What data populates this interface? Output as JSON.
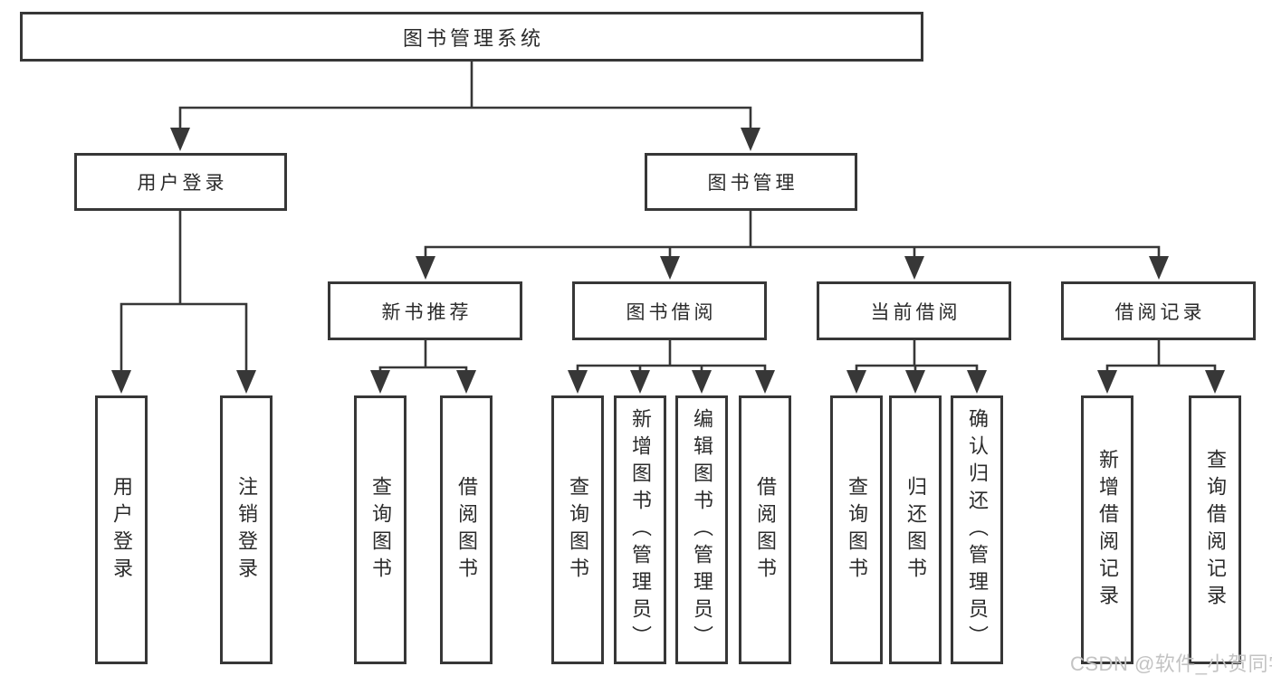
{
  "tree": {
    "label": "图书管理系统",
    "children": [
      {
        "label": "用户登录",
        "children": [
          {
            "label": "用户登录"
          },
          {
            "label": "注销登录"
          }
        ]
      },
      {
        "label": "图书管理",
        "children": [
          {
            "label": "新书推荐",
            "children": [
              {
                "label": "查询图书"
              },
              {
                "label": "借阅图书"
              }
            ]
          },
          {
            "label": "图书借阅",
            "children": [
              {
                "label": "查询图书"
              },
              {
                "label": "新增图书（管理员）"
              },
              {
                "label": "编辑图书（管理员）"
              },
              {
                "label": "借阅图书"
              }
            ]
          },
          {
            "label": "当前借阅",
            "children": [
              {
                "label": "查询图书"
              },
              {
                "label": "归还图书"
              },
              {
                "label": "确认归还（管理员）"
              }
            ]
          },
          {
            "label": "借阅记录",
            "children": [
              {
                "label": "新增借阅记录"
              },
              {
                "label": "查询借阅记录"
              }
            ]
          }
        ]
      }
    ]
  },
  "watermark": "CSDN @软件_小贺同学",
  "colors": {
    "line": "#373737",
    "box_fill": "#ffffff",
    "text": "#2b2b2b",
    "watermark": "#c3c3c3",
    "background": "#ffffff"
  }
}
